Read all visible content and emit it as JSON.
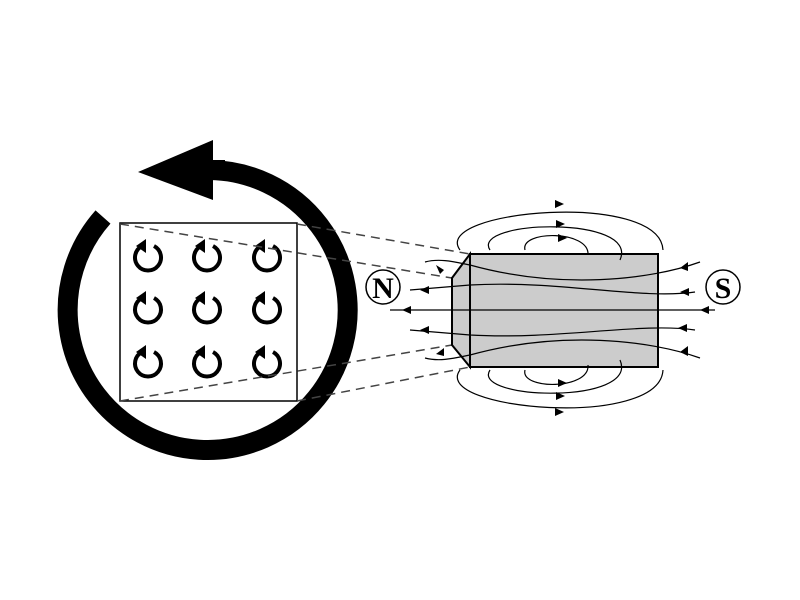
{
  "diagram": {
    "description": "Magnetic domains: rotating spins inside a material aligned to form a bar magnet with field lines",
    "colors": {
      "background": "#ffffff",
      "stroke": "#000000",
      "magnet_fill": "#cccccc",
      "dash_line": "#444444"
    },
    "left_panel": {
      "big_rotation_arrow": "counterclockwise-arrow",
      "grid_rows": 3,
      "grid_cols": 3,
      "spin_icon": "counterclockwise-circular-arrow"
    },
    "poles": {
      "north_label": "N",
      "south_label": "S"
    },
    "field_line_direction": "right-to-left through magnet (S to N)"
  }
}
